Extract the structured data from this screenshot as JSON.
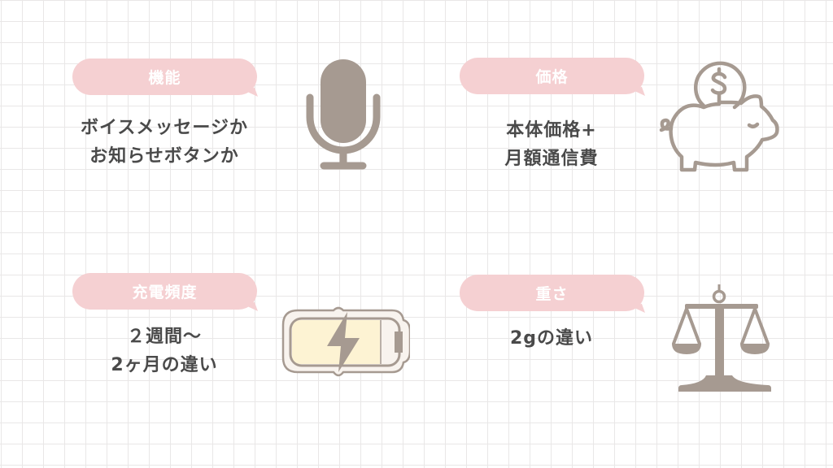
{
  "slide": {
    "background": {
      "type": "grid",
      "grid_color": "#e9e7e7",
      "cell_size": 26
    },
    "colors": {
      "bubble": "#f5d0d2",
      "bubble_text": "#ffffff",
      "body_text": "#4a4a4a",
      "icon": "#a69a91",
      "battery_fill": "#fdf3d3"
    },
    "cards": [
      {
        "label": "機能",
        "lines": [
          "ボイスメッセージか",
          "お知らせボタンか"
        ],
        "icon": "microphone-icon"
      },
      {
        "label": "価格",
        "lines": [
          "本体価格+",
          "月額通信費"
        ],
        "icon": "piggy-bank-icon"
      },
      {
        "label": "充電頻度",
        "lines": [
          "２週間～",
          "2ヶ月の違い"
        ],
        "icon": "battery-charging-icon"
      },
      {
        "label": "重さ",
        "lines": [
          "2gの違い"
        ],
        "icon": "balance-scale-icon"
      }
    ]
  }
}
